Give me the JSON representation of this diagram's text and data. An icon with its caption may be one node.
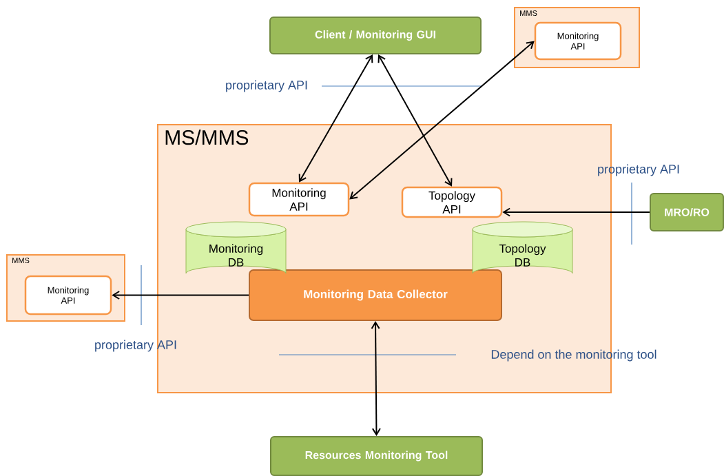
{
  "diagram": {
    "nodes": [
      {
        "text": [
          "Client / Monitoring  GUI"
        ]
      },
      {
        "text": [
          "MMS"
        ]
      },
      {
        "text": [
          "Monitoring API"
        ],
        "in": 1
      },
      {
        "text": [
          "MS/MMS"
        ]
      },
      {
        "text": [
          "Monitoring API"
        ],
        "in": 3
      },
      {
        "text": [
          "Topology API"
        ],
        "in": 3
      },
      {
        "text": [
          "MRO/RO"
        ]
      },
      {
        "text": [
          "Monitoring DB"
        ],
        "in": 3
      },
      {
        "text": [
          "Topology DB"
        ],
        "in": 3
      },
      {
        "text": [
          "MMS"
        ]
      },
      {
        "text": [
          "Monitoring API"
        ],
        "in": 9
      },
      {
        "text": [
          "Monitoring Data Collector"
        ],
        "in": 3
      },
      {
        "text": [
          "Resources Monitoring Tool"
        ]
      }
    ],
    "edges": [
      {
        "from": 0,
        "to": 4,
        "arrow": "both"
      },
      {
        "from": 0,
        "to": 5,
        "arrow": "both"
      },
      {
        "from": 2,
        "to": 4,
        "arrow": "both"
      },
      {
        "from": 6,
        "to": 5,
        "arrow": "to"
      },
      {
        "from": 11,
        "to": 10,
        "arrow": "to"
      },
      {
        "from": 11,
        "to": 12,
        "arrow": "both"
      }
    ],
    "labels": [
      "proprietary API",
      "proprietary API",
      "proprietary API",
      "Depend on the monitoring tool"
    ]
  }
}
